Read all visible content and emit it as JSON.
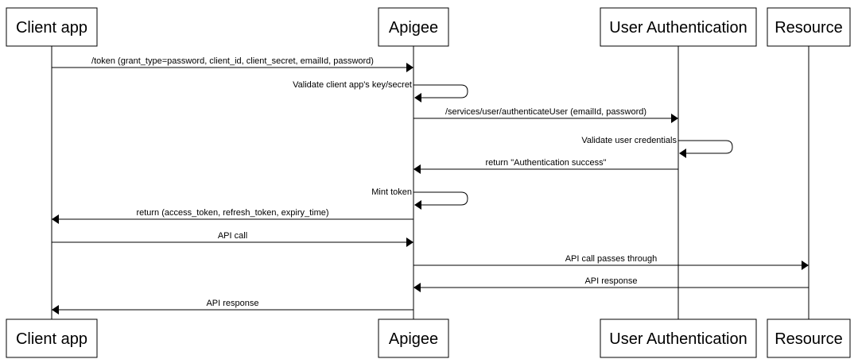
{
  "participants": [
    {
      "id": "client",
      "label": "Client app"
    },
    {
      "id": "apigee",
      "label": "Apigee"
    },
    {
      "id": "auth",
      "label": "User Authentication"
    },
    {
      "id": "resource",
      "label": "Resource"
    }
  ],
  "messages": [
    {
      "from": "client",
      "to": "apigee",
      "label": "/token (grant_type=password, client_id, client_secret, emailId, password)"
    },
    {
      "from": "apigee",
      "to": "apigee",
      "label": "Validate client app's key/secret"
    },
    {
      "from": "apigee",
      "to": "auth",
      "label": "/services/user/authenticateUser (emailId, password)"
    },
    {
      "from": "auth",
      "to": "auth",
      "label": "Validate user credentials"
    },
    {
      "from": "auth",
      "to": "apigee",
      "label": "return \"Authentication success\""
    },
    {
      "from": "apigee",
      "to": "apigee",
      "label": "Mint token"
    },
    {
      "from": "apigee",
      "to": "client",
      "label": "return (access_token, refresh_token, expiry_time)"
    },
    {
      "from": "client",
      "to": "apigee",
      "label": "API call"
    },
    {
      "from": "apigee",
      "to": "resource",
      "label": "API call passes through"
    },
    {
      "from": "resource",
      "to": "apigee",
      "label": "API response"
    },
    {
      "from": "apigee",
      "to": "client",
      "label": "API response"
    }
  ]
}
